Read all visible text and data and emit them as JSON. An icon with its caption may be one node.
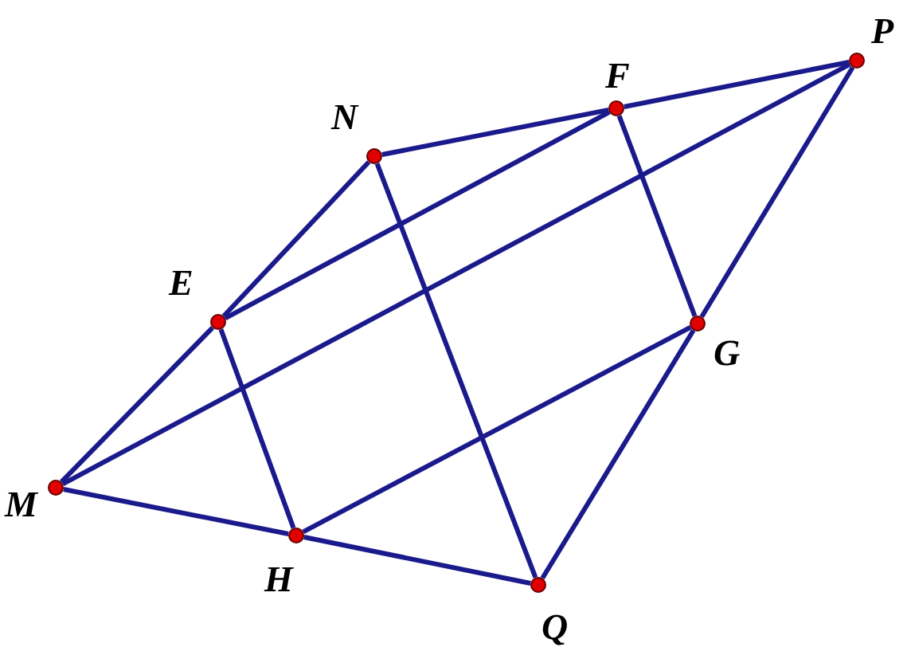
{
  "diagram": {
    "nodes": [
      {
        "text": [
          "M"
        ]
      },
      {
        "text": [
          "N"
        ]
      },
      {
        "text": [
          "F"
        ]
      },
      {
        "text": [
          "P"
        ]
      },
      {
        "text": [
          "E"
        ]
      },
      {
        "text": [
          "G"
        ]
      },
      {
        "text": [
          "H"
        ]
      },
      {
        "text": [
          "Q"
        ]
      }
    ],
    "edges": [
      {
        "from": 0,
        "to": 4,
        "arrow": "none"
      },
      {
        "from": 4,
        "to": 1,
        "arrow": "none"
      },
      {
        "from": 1,
        "to": 2,
        "arrow": "none"
      },
      {
        "from": 2,
        "to": 3,
        "arrow": "none"
      },
      {
        "from": 3,
        "to": 5,
        "arrow": "none"
      },
      {
        "from": 5,
        "to": 7,
        "arrow": "none"
      },
      {
        "from": 7,
        "to": 6,
        "arrow": "none"
      },
      {
        "from": 6,
        "to": 0,
        "arrow": "none"
      },
      {
        "from": 0,
        "to": 3,
        "arrow": "none"
      },
      {
        "from": 1,
        "to": 7,
        "arrow": "none"
      },
      {
        "from": 4,
        "to": 2,
        "arrow": "none"
      },
      {
        "from": 2,
        "to": 5,
        "arrow": "none"
      },
      {
        "from": 5,
        "to": 6,
        "arrow": "none"
      },
      {
        "from": 6,
        "to": 4,
        "arrow": "none"
      }
    ]
  }
}
